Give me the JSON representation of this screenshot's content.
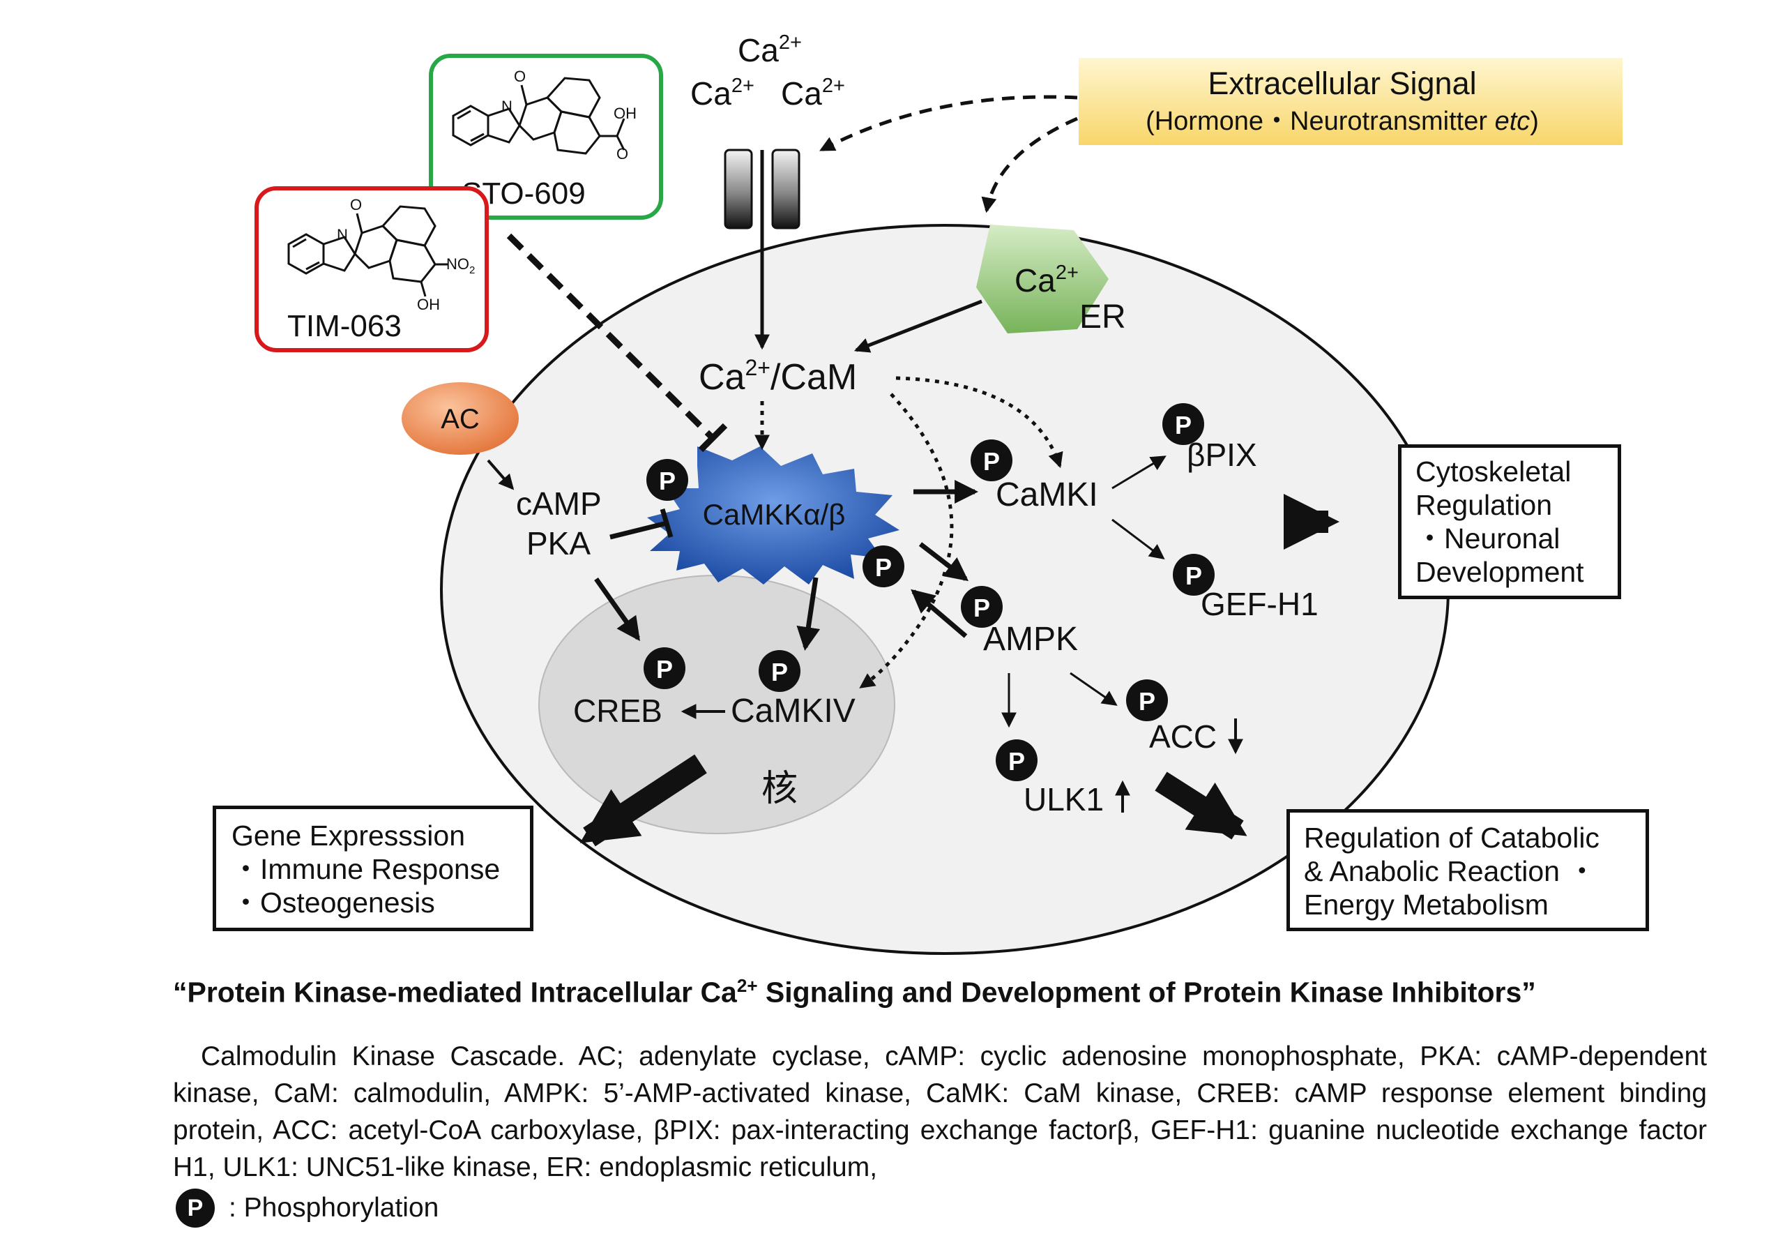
{
  "nodes": {
    "ca_ion_1": "Ca",
    "ca_ion_2": "Ca",
    "ca_ion_3": "Ca",
    "ca_sup": "2+",
    "extracellular_title": "Extracellular Signal",
    "extracellular_sub": "(Hormone・Neurotransmitter ",
    "extracellular_etc": "etc",
    "extracellular_close": ")",
    "sto609": "STO-609",
    "tim063": "TIM-063",
    "er_ca": "Ca",
    "er_label": "ER",
    "ca_cam_ca": "Ca",
    "ca_cam_rest": "/CaM",
    "ac": "AC",
    "camp": "cAMP",
    "pka": "PKA",
    "camkk": "CaMKKα/β",
    "camki": "CaMKI",
    "bpix": "βPIX",
    "gefh1": "GEF-H1",
    "ampk": "AMPK",
    "creb": "CREB",
    "camkiv": "CaMKIV",
    "nucleus": "核",
    "acc": "ACC",
    "ulk1": "ULK1",
    "phospho": "P"
  },
  "chem": {
    "o": "O",
    "n": "N",
    "oh": "OH",
    "no2": "NO",
    "no2_sub": "2"
  },
  "outcomes": {
    "cytoskeletal": [
      "Cytoskeletal",
      "Regulation",
      "・Neuronal",
      "Development"
    ],
    "gene": [
      "Gene Expresssion",
      "・Immune Response",
      "・Osteogenesis"
    ],
    "metabolic": [
      "Regulation of Catabolic",
      "& Anabolic Reaction ・",
      "Energy Metabolism"
    ]
  },
  "title": {
    "before": "“Protein Kinase-mediated Intracellular Ca",
    "sup": "2+",
    "after": " Signaling and Development of Protein Kinase Inhibitors”"
  },
  "caption": "Calmodulin Kinase Cascade. AC; adenylate cyclase, cAMP: cyclic adenosine monophosphate, PKA: cAMP-dependent kinase, CaM: calmodulin, AMPK: 5’-AMP-activated kinase, CaMK: CaM kinase, CREB: cAMP response element binding protein, ACC: acetyl-CoA carboxylase, βPIX: pax-interacting exchange factorβ, GEF-H1: guanine nucleotide exchange factor H1, ULK1: UNC51-like kinase, ER: endoplasmic reticulum,",
  "legend": {
    "symbol": "P",
    "label": ": Phosphorylation"
  },
  "colors": {
    "cell": "#f1f1f1",
    "nucleus": "#d9d9d9",
    "camkk": "#2f5cb0",
    "sto609_border": "#27a745",
    "tim063_border": "#d8191c",
    "extracellular_bg": "#fbe18a",
    "ac": "#ef8a4f",
    "er": "#8fc270"
  }
}
